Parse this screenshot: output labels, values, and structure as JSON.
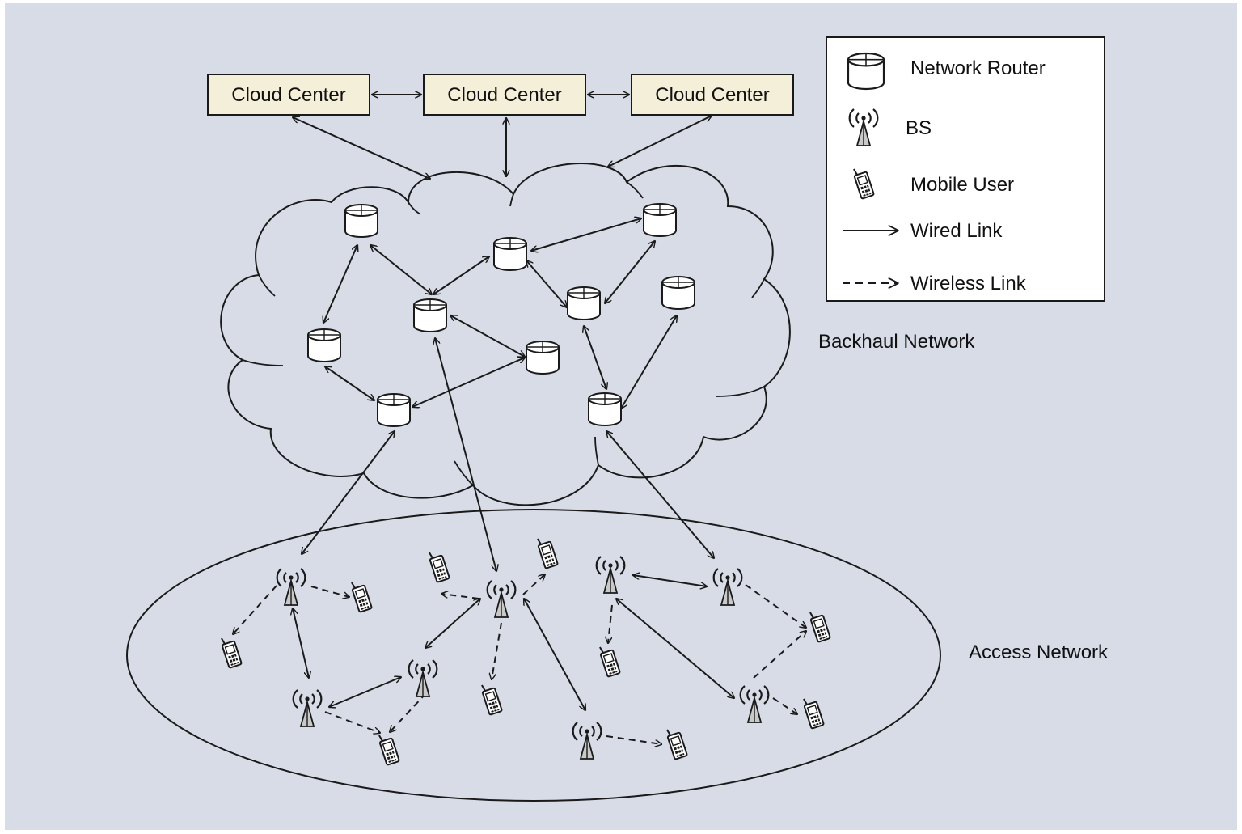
{
  "colors": {
    "background": "#d7dce7",
    "cloud_box": "#f4efd8",
    "stroke": "#1a1a1a",
    "legend_bg": "#ffffff"
  },
  "cloud_centers": [
    "Cloud Center",
    "Cloud Center",
    "Cloud Center"
  ],
  "legend": {
    "router": "Network Router",
    "bs": "BS",
    "mobile": "Mobile User",
    "wired": "Wired Link",
    "wireless": "Wireless Link"
  },
  "regions": {
    "backhaul": "Backhaul Network",
    "access": "Access Network"
  },
  "icons": {
    "router": "network-router-icon",
    "bs": "base-station-icon",
    "mobile": "mobile-user-icon"
  }
}
